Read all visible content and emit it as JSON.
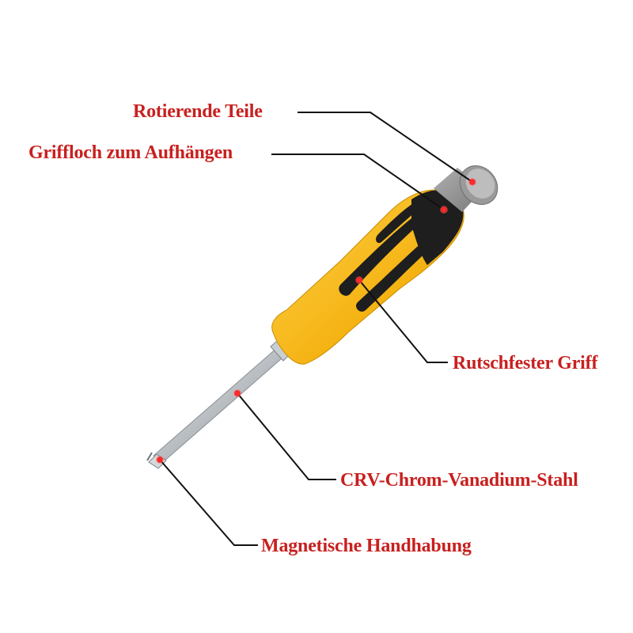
{
  "colors": {
    "label_text": "#c8201f",
    "leader_line": "#111111",
    "marker_dot": "#ff2a2a",
    "handle_yellow": "#f5b313",
    "handle_black": "#1e1e1e",
    "cap_grey": "#8c8c8c",
    "shaft_steel": "#bfc3c6"
  },
  "labels": {
    "rotating_parts": "Rotierende Teile",
    "hanging_hole": "Griffloch zum Aufhängen",
    "non_slip_grip": "Rutschfester Griff",
    "crv_steel": "CRV-Chrom-Vanadium-Stahl",
    "magnetic_handling": "Magnetische Handhabung"
  }
}
